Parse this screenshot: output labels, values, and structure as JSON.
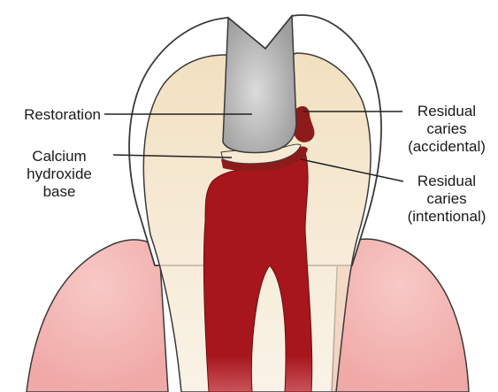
{
  "labels": {
    "restoration": "Restoration",
    "calcium_line1": "Calcium",
    "calcium_line2": "hydroxide",
    "calcium_line3": "base",
    "acc_line1": "Residual",
    "acc_line2": "caries",
    "acc_line3": "(accidental)",
    "int_line1": "Residual",
    "int_line2": "caries",
    "int_line3": "(intentional)"
  },
  "colors": {
    "gum": "#f3b7b5",
    "enamel": "#ffffff",
    "dentin": "#f2e0bf",
    "pulp": "#a6161c",
    "caries": "#8e1b1b",
    "restoration": "#b9b9b9",
    "base": "#f7ead2",
    "outline": "#3a3a3a"
  }
}
